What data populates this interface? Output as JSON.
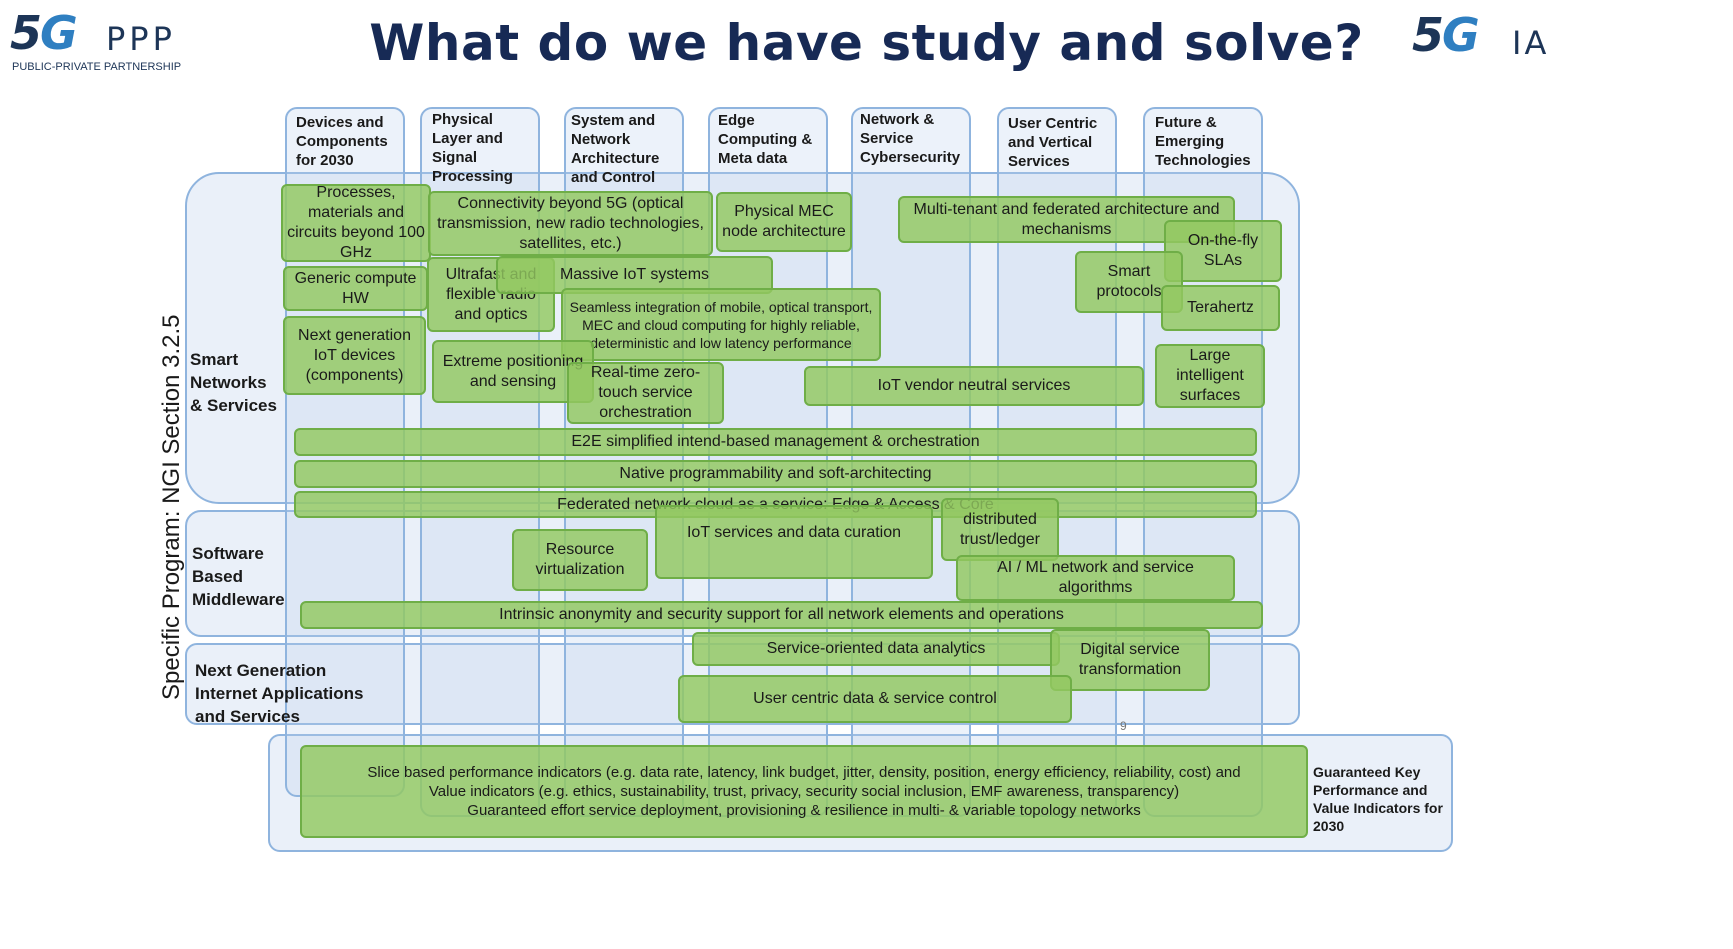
{
  "header": {
    "title": "What do we have study and solve?",
    "left_logo": {
      "mark_5": "5",
      "mark_g": "G",
      "word": "PPP",
      "tagline": "PUBLIC-PRIVATE PARTNERSHIP"
    },
    "right_logo": {
      "mark_5": "5",
      "mark_g": "G",
      "word": "IA"
    }
  },
  "side_label": "Specific Program: NGI Section 3.2.5",
  "columns": [
    "Devices and Components for 2030",
    "Physical Layer and Signal Processing",
    "System and Network Architecture and Control",
    "Edge Computing & Meta data",
    "Network & Service Cybersecurity",
    "User Centric and Vertical Services",
    "Future & Emerging Technologies"
  ],
  "rows": {
    "smart": "Smart Networks & Services",
    "middleware": "Software Based Middleware",
    "nextgen": "Next Generation Internet Applications and Services",
    "kpi": "Guaranteed Key Performance and Value Indicators for 2030"
  },
  "boxes": {
    "processes": "Processes, materials and circuits beyond 100 GHz",
    "connectivity": "Connectivity beyond 5G (optical transmission, new radio technologies, satellites, etc.)",
    "physical_mec": "Physical MEC node architecture",
    "multitenant": "Multi-tenant and federated architecture and mechanisms",
    "onthefly": "On-the-fly SLAs",
    "generic_hw": "Generic compute HW",
    "ultrafast": "Ultrafast and flexible radio and optics",
    "massive_iot": "Massive IoT systems",
    "smart_protocols": "Smart protocols",
    "terahertz": "Terahertz",
    "seamless": "Seamless integration of mobile, optical transport, MEC and cloud computing for highly reliable, deterministic and low latency performance",
    "next_gen_iot": "Next generation IoT devices (components)",
    "extreme": "Extreme positioning and sensing",
    "realtime": "Real-time zero-touch service orchestration",
    "iot_vendor": "IoT vendor neutral services",
    "large_surfaces": "Large intelligent surfaces",
    "e2e": "E2E simplified intend-based management & orchestration",
    "native": "Native programmability and soft-architecting",
    "federated": "Federated network cloud as a service: Edge & Access & Core",
    "resource_virt": "Resource virtualization",
    "iot_services": "IoT services and data curation",
    "distributed": "distributed trust/ledger",
    "aiml": "AI / ML network and service algorithms",
    "intrinsic": "Intrinsic anonymity and security support for all network elements and operations",
    "service_analytics": "Service-oriented data analytics",
    "digital_transform": "Digital service transformation",
    "user_centric": "User centric data & service control",
    "slice_line1": "Slice based performance indicators (e.g. data rate, latency, link budget, jitter, density, position, energy efficiency, reliability, cost) and",
    "slice_line2": "Value indicators (e.g. ethics, sustainability, trust, privacy, security social inclusion, EMF awareness, transparency)",
    "slice_line3": "Guaranteed effort service deployment, provisioning & resilience in multi- & variable topology networks"
  },
  "stray_mark": "9",
  "colors": {
    "title": "#172a55",
    "green": "#92c860",
    "green_border": "#6fae47",
    "blue_border": "#8fb4de"
  }
}
